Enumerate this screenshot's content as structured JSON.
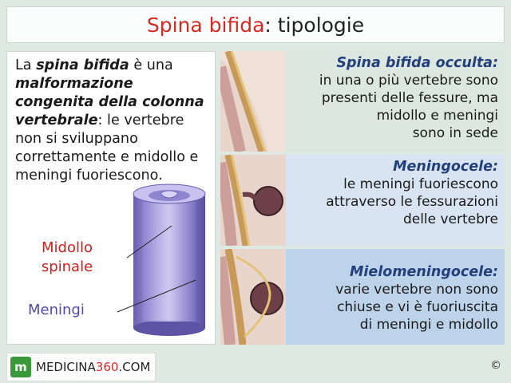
{
  "header": {
    "title_accent": "Spina bifida",
    "title_rest": ": tipologie"
  },
  "intro": {
    "p1": "La ",
    "b1": "spina bifida",
    "p2": " è una ",
    "b2": "malformazione congenita della colonna vertebrale",
    "p3": ": le vertebre non si sviluppano correttamente e midollo e meningi fuoriescono."
  },
  "labels": {
    "midollo_line1": "Midollo",
    "midollo_line2": "spinale",
    "meningi": "Meningi"
  },
  "types": [
    {
      "title": "Spina bifida occulta:",
      "lines": [
        "in una o più vertebre sono",
        "presenti delle fessure, ma",
        "midollo e meningi",
        "sono in sede"
      ]
    },
    {
      "title": "Meningocele:",
      "lines": [
        "le meningi fuoriescono",
        "attraverso le fessurazioni",
        "delle vertebre"
      ]
    },
    {
      "title": "Mielomeningocele:",
      "lines": [
        "varie vertebre non sono",
        "chiuse e vi è fuoriuscita",
        "di meningi e midollo"
      ]
    }
  ],
  "footer": {
    "logo_mark": "m",
    "logo_name_a": "MEDICINA",
    "logo_name_num": "360",
    "logo_name_b": ".COM",
    "copyright": "©"
  },
  "colors": {
    "accent": "#d42a26",
    "title_blue": "#24407a",
    "meningi_purple": "#4f4aa8"
  }
}
